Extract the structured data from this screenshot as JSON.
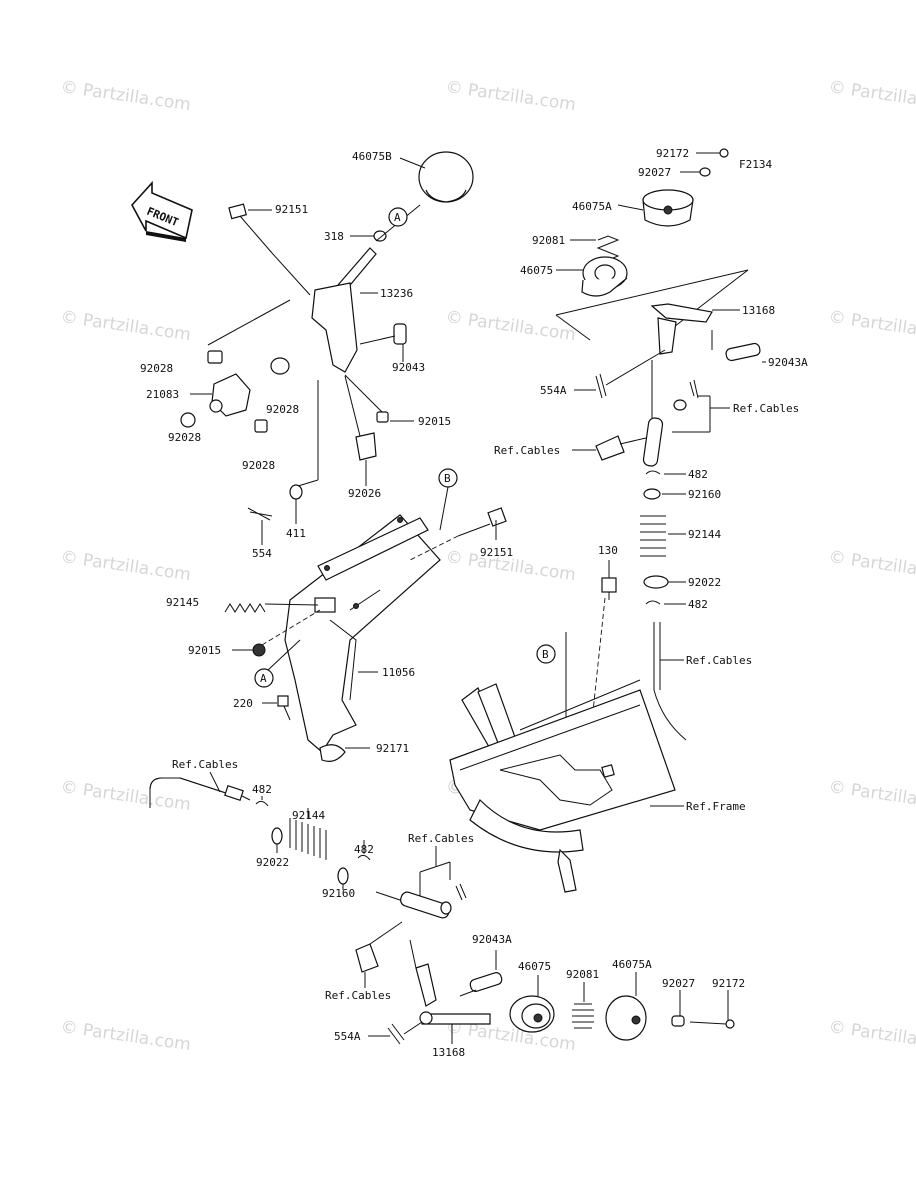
{
  "figure_code": "F2134",
  "front_arrow_label": "FRONT",
  "watermark": "© Partzilla.com",
  "callouts": {
    "a_top": "A",
    "a_lower": "A",
    "b_upper": "B",
    "b_lower": "B"
  },
  "labels": {
    "l46075b": "46075B",
    "l92151_top": "92151",
    "l318": "318",
    "l13236": "13236",
    "l92028_a": "92028",
    "l21083": "21083",
    "l92028_b": "92028",
    "l92028_c": "92028",
    "l92028_d": "92028",
    "l92043": "92043",
    "l92015_top": "92015",
    "l92026": "92026",
    "l411": "411",
    "l554": "554",
    "l92151_mid": "92151",
    "l92145": "92145",
    "l92015_mid": "92015",
    "l11056": "11056",
    "l220": "220",
    "l92171": "92171",
    "l92172_top": "92172",
    "l92027_top": "92027",
    "l46075a_top": "46075A",
    "l92081_top": "92081",
    "l46075_top": "46075",
    "l13168_top": "13168",
    "l92043a_top": "92043A",
    "l554a_top": "554A",
    "refcables_r1": "Ref.Cables",
    "refcables_r2": "Ref.Cables",
    "l482_r1": "482",
    "l92160_r": "92160",
    "l92144_r": "92144",
    "l130": "130",
    "l92022_r": "92022",
    "l482_r2": "482",
    "refcables_r3": "Ref.Cables",
    "refframe": "Ref.Frame",
    "refcables_bl": "Ref.Cables",
    "l482_bl1": "482",
    "l92144_bl": "92144",
    "l92022_bl": "92022",
    "l482_bl2": "482",
    "l92160_bl": "92160",
    "refcables_bm": "Ref.Cables",
    "refcables_bm2": "Ref.Cables",
    "l92043a_bot": "92043A",
    "l46075_bot": "46075",
    "l92081_bot": "92081",
    "l46075a_bot": "46075A",
    "l92027_bot": "92027",
    "l92172_bot": "92172",
    "l554a_bot": "554A",
    "l13168_bot": "13168"
  }
}
